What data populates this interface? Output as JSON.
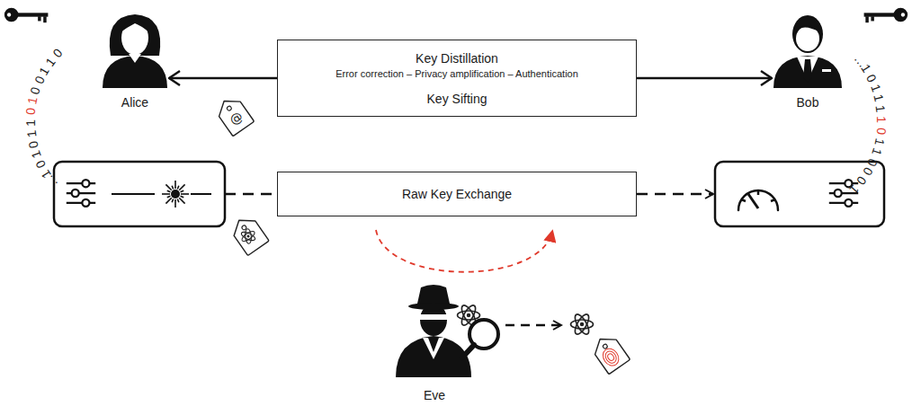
{
  "diagram": {
    "nodes": [
      {
        "text": [
          "Alice"
        ]
      },
      {
        "text": [
          "Key Distillation",
          "Error correction – Privacy amplification – Authentication",
          "Key Sifting"
        ]
      },
      {
        "text": [
          "Bob"
        ]
      },
      {
        "text": [
          "Raw Key Exchange"
        ]
      },
      {
        "text": [
          "Eve"
        ]
      }
    ],
    "edges": [
      {
        "from": 1,
        "to": 0,
        "arrow": "to"
      },
      {
        "from": 1,
        "to": 2,
        "arrow": "to"
      }
    ],
    "labels": [
      "…1010110100110",
      "…1011110110001"
    ]
  }
}
